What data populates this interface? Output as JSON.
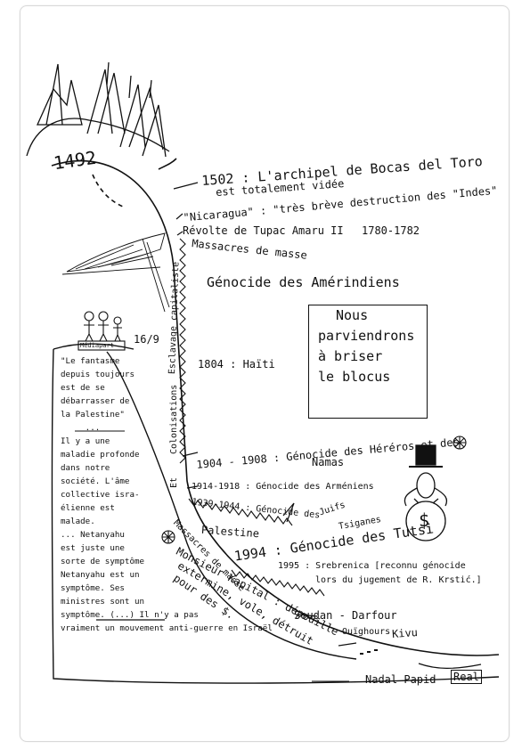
{
  "year_1492": "1492",
  "timeline": {
    "bocas_1": "1502 : L'archipel de Bocas del Toro",
    "bocas_2": "est totalement vidée",
    "nicaragua": "\"Nicaragua\" : \"très brève destruction des \"Indes\"",
    "tupac": "Révolte de Tupac Amaru II",
    "tupac_years": "1780-1782",
    "massacres": "Massacres de masse",
    "genocide_amerindiens": "Génocide des Amérindiens",
    "haiti": "1804 : Haïti",
    "hereros_1": "1904 - 1908 : Génocide des Héréros et des",
    "hereros_2": "Namas",
    "armeniens": "1914-1918 : Génocide des Arméniens",
    "shoah_years": "1939-1944 : Génocide des",
    "juifs": "Juifs",
    "tsiganes": "Tsiganes",
    "palestine": "Palestine",
    "tutsi_year": "1994 : Génocide des Tutsi",
    "srebrenica_1": "1995 : Srebrenica [reconnu génocide",
    "srebrenica_2": "lors du jugement de R. Krstić.]",
    "soudan": "Soudan - Darfour",
    "ouighours": "Ouïghours",
    "kivu": "Kivu"
  },
  "curve_labels": {
    "esclavage": "Esclavage capitaliste",
    "colonisations": "Colonisations",
    "et": "Et",
    "massacres_de_masse": "Massacres de masse",
    "monsieur_kapital": "Monsieur Kapital : dépouille",
    "extermine": "extermine, vole, détruit",
    "pour_des": "pour des $."
  },
  "date_169": "16/9",
  "mediapart": "Médiapart",
  "quote_lines": [
    "\"Le fantasme",
    "depuis toujours",
    "est de se",
    "débarrasser de",
    "la Palestine\"",
    "     ...",
    "Il y a une",
    "maladie profonde",
    "dans notre",
    "société. L'âme",
    "collective isra-",
    "élienne est",
    "malade.",
    "... Netanyahu",
    "est juste une",
    "sorte de symptôme",
    "Netanyahu est un",
    "symptôme. Ses",
    "ministres sont un",
    "symptôme. (...) Il n'y a pas",
    "vraiment un mouvement anti-guerre en Israël"
  ],
  "signature": "Nadal Papid",
  "real_tag": "Real",
  "box_lines": [
    "Nous",
    "parviendrons",
    "à briser",
    "le blocus"
  ],
  "dollar": "$"
}
